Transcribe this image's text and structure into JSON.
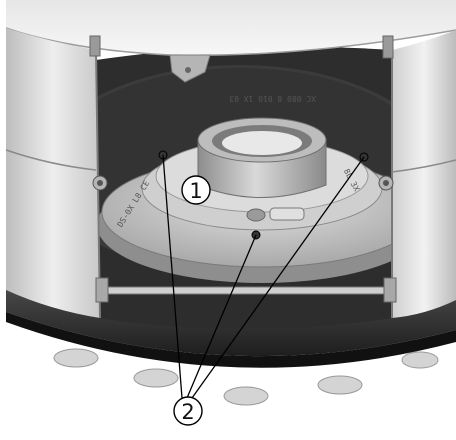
{
  "callouts": [
    {
      "label": "1"
    },
    {
      "label": "2"
    }
  ],
  "embossed_text": {
    "outer_rim": "XC 080 8 010 1X 03",
    "left_rim": "DS-0X L8 CE",
    "right_rim": "8L 3X"
  }
}
